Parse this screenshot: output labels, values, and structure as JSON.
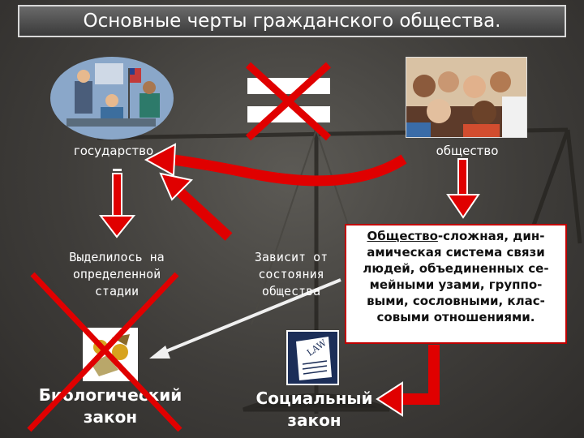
{
  "title": "Основные черты гражданского общества.",
  "labels": {
    "state": "государство",
    "society": "общество"
  },
  "texts": {
    "separated": [
      "Выделилось на",
      "определенной",
      "стадии"
    ],
    "depends": [
      "Зависит от",
      "состояния",
      "общества"
    ],
    "biological": [
      "Биологический",
      "закон"
    ],
    "social": [
      "Социальный",
      "закон"
    ]
  },
  "definition": {
    "term": "Общество",
    "rest_line1": "-сложная, дин-",
    "lines": [
      "амическая система связи",
      "людей, объединенных се-",
      "мейными узами, группо-",
      "выми, сословными, клас-",
      "совыми отношениями."
    ]
  },
  "law_icon_text": "LAW",
  "colors": {
    "accent_red": "#e00000",
    "box_border": "#c00000"
  }
}
